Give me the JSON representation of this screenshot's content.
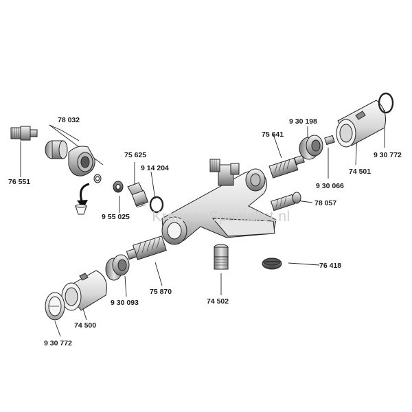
{
  "watermark": "KraanenSpecialist.nl",
  "labels": {
    "l76551": "76 551",
    "l78032": "78 032",
    "l75625": "75 625",
    "l914204": "9 14 204",
    "l955025": "9 55 025",
    "l75641": "75 641",
    "l930198": "9 30 198",
    "l930066": "9 30 066",
    "l74501": "74 501",
    "l930772top": "9 30 772",
    "l78057": "78 057",
    "l76418": "76 418",
    "l74502": "74 502",
    "l75870": "75 870",
    "l930093": "9 30 093",
    "l74500": "74 500",
    "l930772bottom": "9 30 772"
  }
}
